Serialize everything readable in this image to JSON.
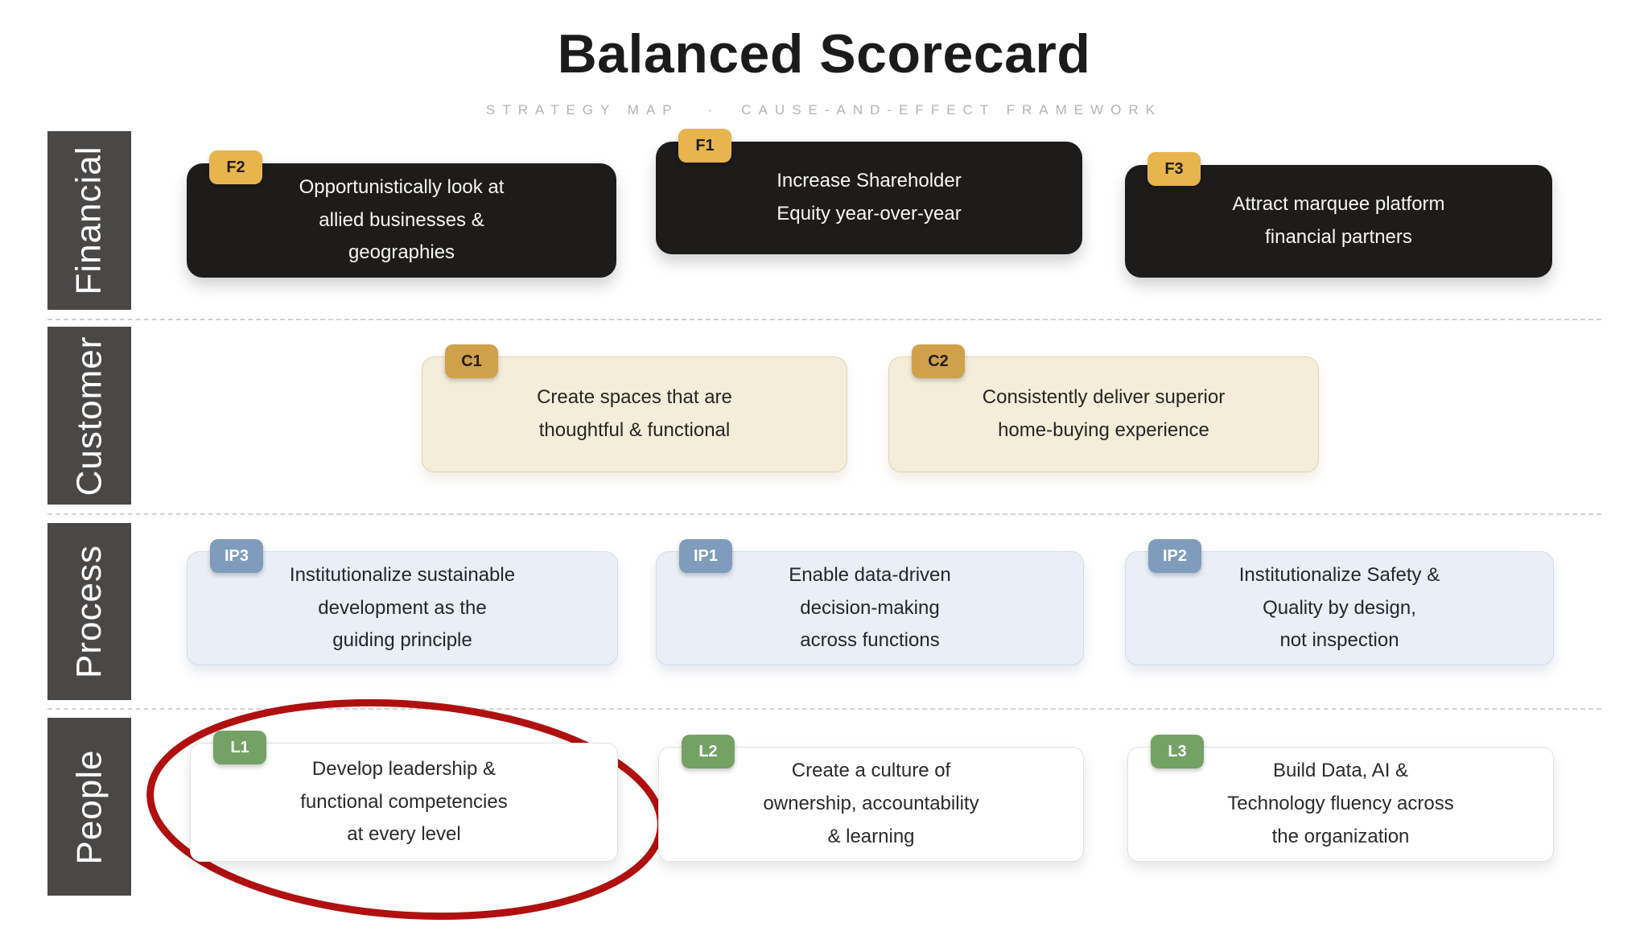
{
  "header": {
    "title": "Balanced Scorecard",
    "subtitle_left": "STRATEGY MAP",
    "subtitle_dot": "·",
    "subtitle_right": "CAUSE-AND-EFFECT FRAMEWORK"
  },
  "rows": [
    {
      "label": "Financial",
      "theme": "dark",
      "boxes": [
        {
          "code": "F2",
          "text": "Opportunistically look at\nallied businesses &\ngeographies"
        },
        {
          "code": "F1",
          "text": "Increase Shareholder\nEquity year-over-year"
        },
        {
          "code": "F3",
          "text": "Attract marquee platform\nfinancial partners"
        }
      ]
    },
    {
      "label": "Customer",
      "theme": "cream",
      "boxes": [
        {
          "code": "C1",
          "text": "Create spaces that are\nthoughtful & functional"
        },
        {
          "code": "C2",
          "text": "Consistently deliver superior\nhome-buying experience"
        }
      ]
    },
    {
      "label": "Process",
      "theme": "blue",
      "boxes": [
        {
          "code": "IP3",
          "text": "Institutionalize sustainable\ndevelopment as the\nguiding principle"
        },
        {
          "code": "IP1",
          "text": "Enable data-driven\ndecision-making\nacross functions"
        },
        {
          "code": "IP2",
          "text": "Institutionalize Safety &\nQuality by design,\nnot inspection"
        }
      ]
    },
    {
      "label": "People",
      "theme": "white",
      "boxes": [
        {
          "code": "L1",
          "text": "Develop leadership &\nfunctional competencies\nat every level"
        },
        {
          "code": "L2",
          "text": "Create a culture of\nownership, accountability\n& learning"
        },
        {
          "code": "L3",
          "text": "Build Data, AI &\nTechnology fluency across\nthe organization"
        }
      ]
    }
  ],
  "annotation": {
    "shape": "hand-drawn-ellipse",
    "highlights": "L1",
    "color": "#b01010"
  },
  "palette": {
    "row_label_bg": "#4a4846",
    "financial_card": "#1d1c1b",
    "financial_badge": "#e7b44e",
    "customer_card": "#f4edda",
    "customer_badge": "#d0a14b",
    "process_card": "#eaeef6",
    "process_badge": "#7f9cbc",
    "people_card": "#ffffff",
    "people_badge": "#74a164",
    "annotation_red": "#b01010",
    "subtitle_gray": "#b4b3b1"
  }
}
